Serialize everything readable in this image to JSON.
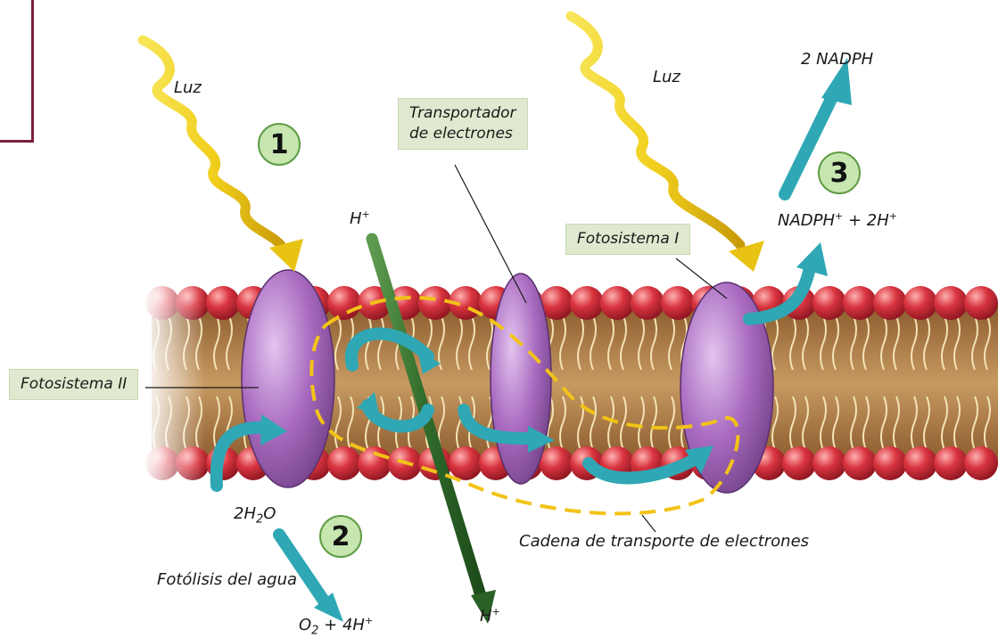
{
  "labels": {
    "luz_left": "Luz",
    "luz_right": "Luz",
    "h_top": "H",
    "h_top_sup": "+",
    "h_bottom": "H",
    "h_bottom_sup": "+",
    "transportador_line1": "Transportador",
    "transportador_line2": "de electrones",
    "fotosistema_i": "Fotosistema I",
    "fotosistema_ii": "Fotosistema II",
    "nadph": "2 NADPH",
    "nadp_plus": "NADPH",
    "nadp_plus_sup": "+",
    "nadp_rest": " + 2H",
    "nadp_rest_sup": "+",
    "water_a": "2H",
    "water_sub": "2",
    "water_b": "O",
    "fotolisis": "Fotólisis del agua",
    "oxygen_a": "O",
    "oxygen_sub": "2",
    "oxygen_b": " + 4H",
    "oxygen_sup": "+",
    "cadena": "Cadena de transporte de electrones"
  },
  "steps": [
    "1",
    "2",
    "3"
  ],
  "colors": {
    "membrane_heads": "#d9343f",
    "membrane_core": "#b8864f",
    "protein": "#a96bc0",
    "arrow_cyan": "#2fa7b4",
    "arrow_green": "#2f6a2a",
    "light_wave": "#f1cf1c",
    "dashed_path": "#f2c318",
    "label_box": "#dfe9cf",
    "step_circle": "#c7e6b0",
    "frame": "#7a2040"
  }
}
